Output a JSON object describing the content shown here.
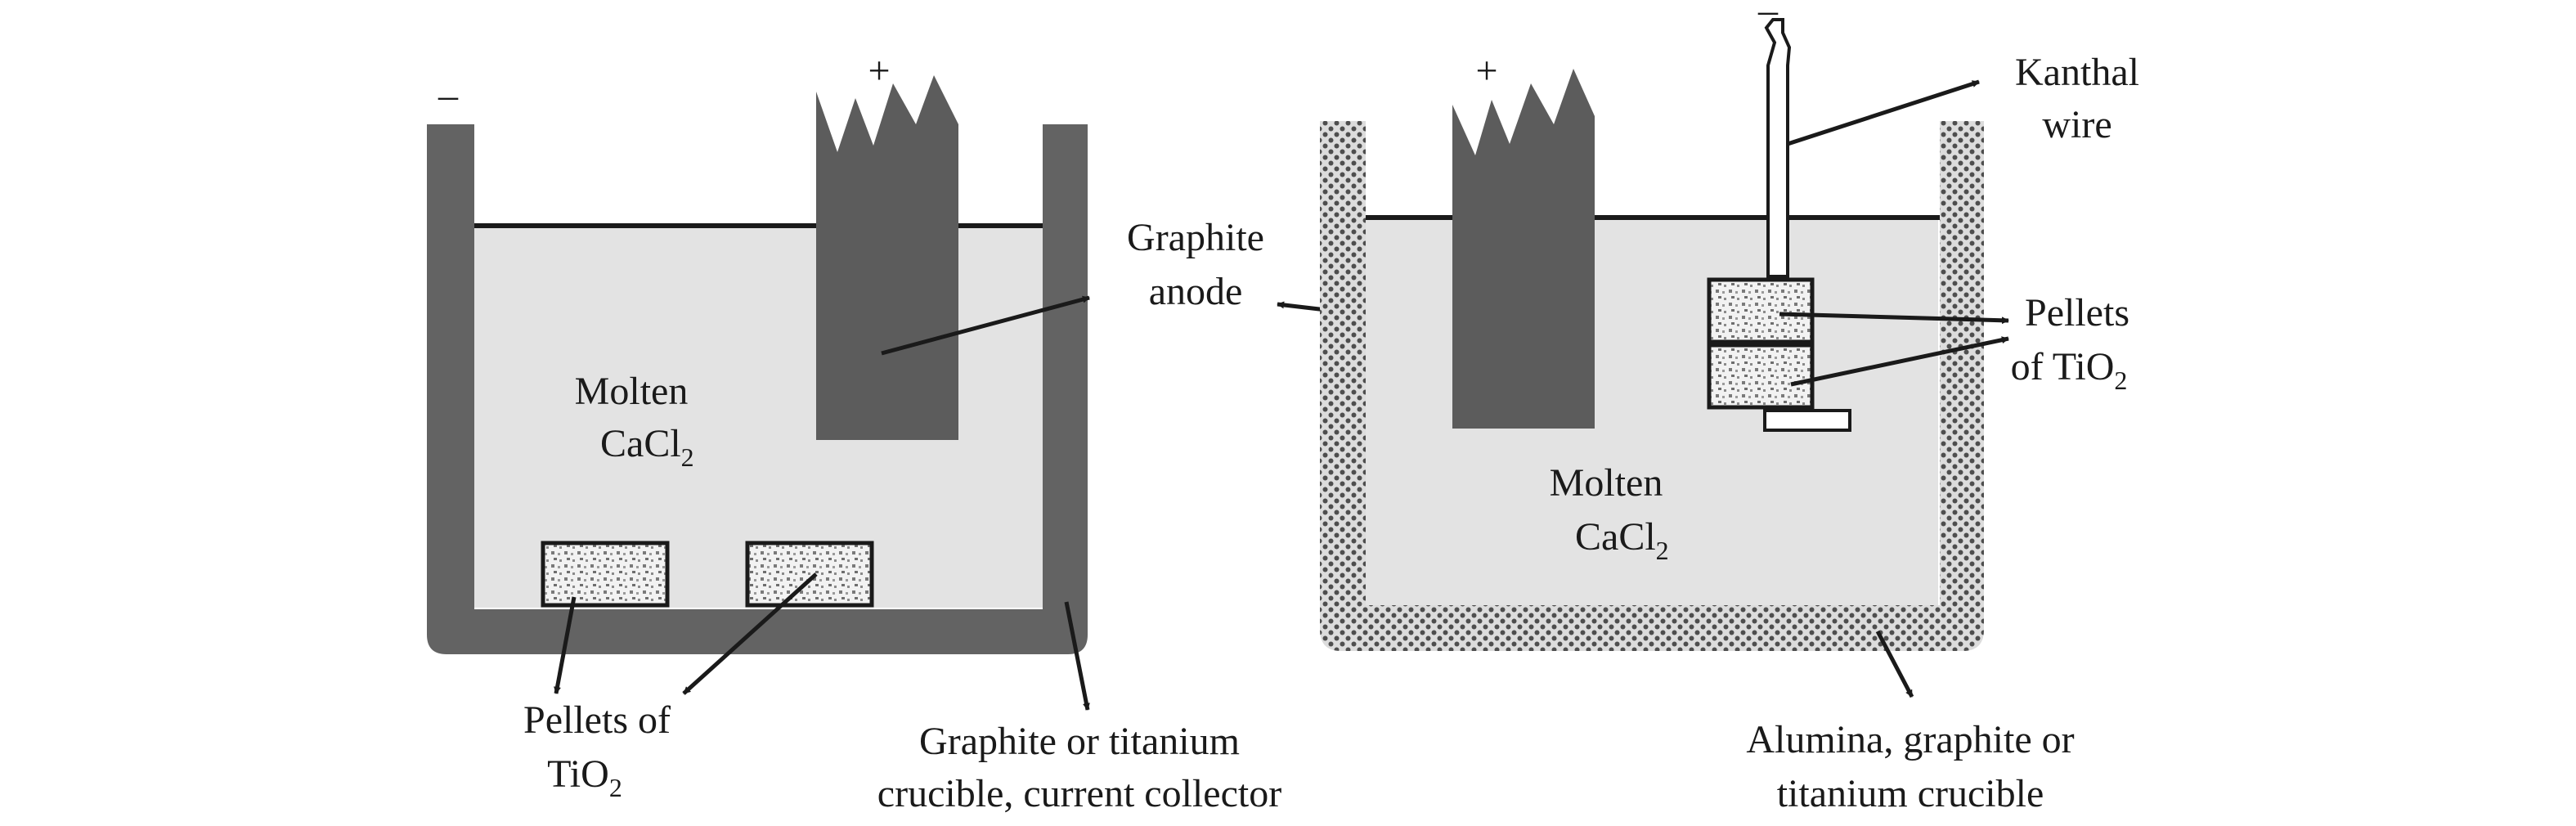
{
  "colors": {
    "crucible": "#636363",
    "electrolyte": "#e3e3e3",
    "anode": "#5c5c5c",
    "stroke": "#1a1a1a",
    "pellet_bg": "#f2f2f2",
    "pellet_dot": "#7a7a7a",
    "alumina_bg": "#dcdcdc",
    "alumina_dot": "#4e4e4e"
  },
  "left_cell": {
    "minus_sign": "–",
    "plus_sign": "+",
    "electrolyte_label": "Molten",
    "electrolyte_formula": "CaCl",
    "electrolyte_subscript": "2",
    "pellets_label_line1": "Pellets of",
    "pellets_label_line2": "TiO",
    "pellets_label_subscript": "2",
    "crucible_label_line1": "Graphite or titanium",
    "crucible_label_line2": "crucible, current collector"
  },
  "center": {
    "anode_label_line1": "Graphite",
    "anode_label_line2": "anode"
  },
  "right_cell": {
    "minus_sign": "–",
    "plus_sign": "+",
    "wire_label_line1": "Kanthal",
    "wire_label_line2": "wire",
    "pellets_label_line1": "Pellets",
    "pellets_label_line2": "of TiO",
    "pellets_label_subscript": "2",
    "electrolyte_label": "Molten",
    "electrolyte_formula": "CaCl",
    "electrolyte_subscript": "2",
    "crucible_label_line1": "Alumina, graphite or",
    "crucible_label_line2": "titanium crucible"
  }
}
